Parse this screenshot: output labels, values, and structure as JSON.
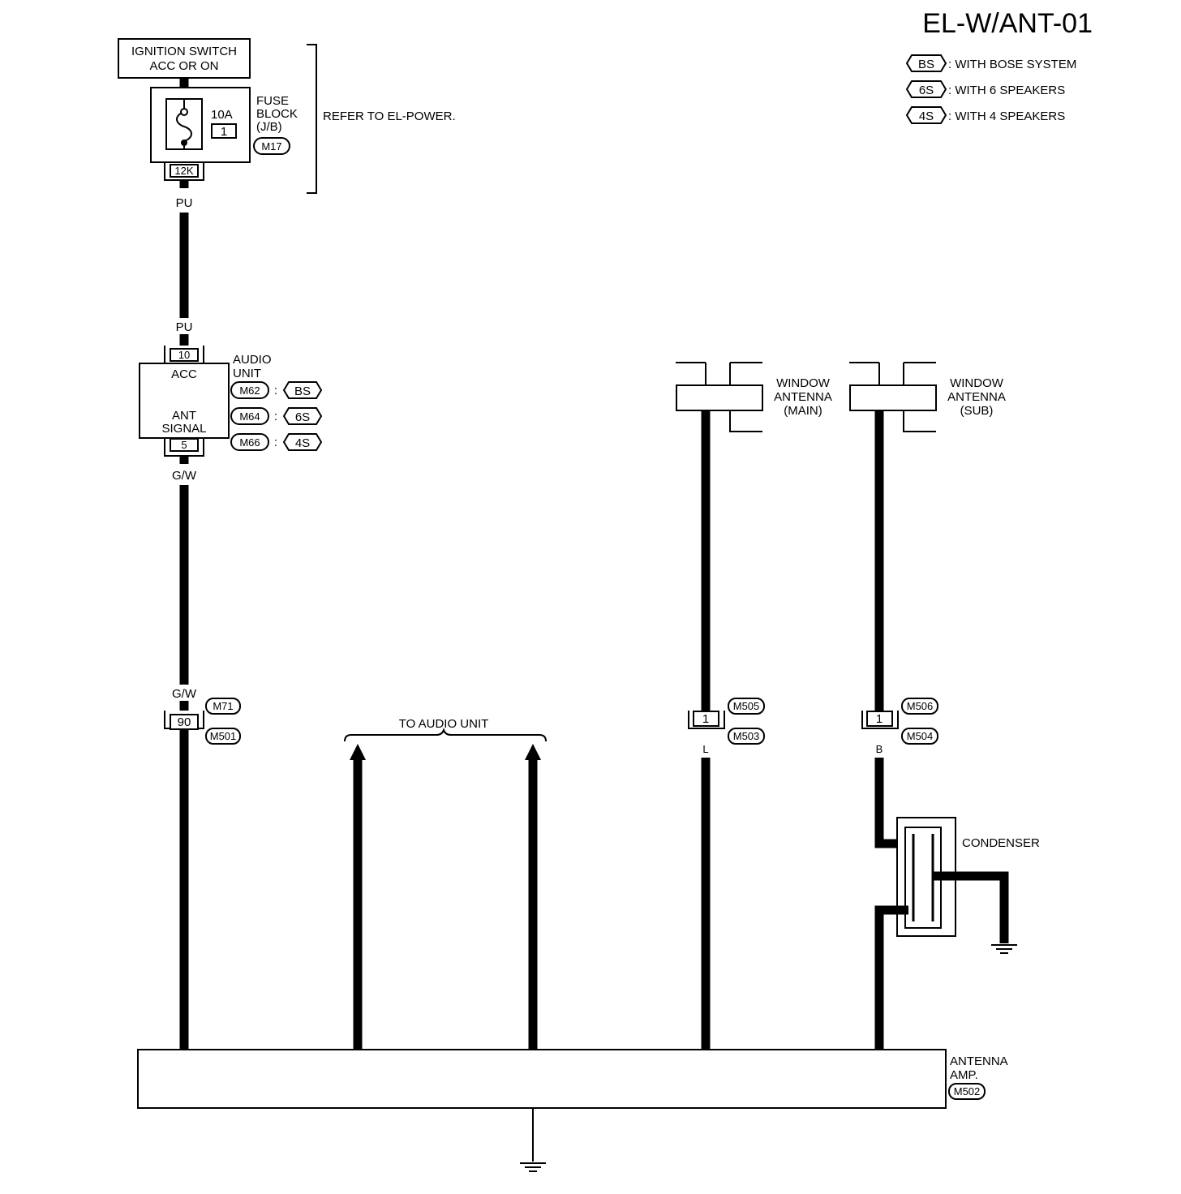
{
  "title": "EL-W/ANT-01",
  "legend": [
    {
      "code": "BS",
      "text": ": WITH BOSE SYSTEM"
    },
    {
      "code": "6S",
      "text": ": WITH 6 SPEAKERS"
    },
    {
      "code": "4S",
      "text": ": WITH 4 SPEAKERS"
    }
  ],
  "ignition": {
    "line1": "IGNITION SWITCH",
    "line2": "ACC OR ON"
  },
  "fuse": {
    "rating": "10A",
    "number": "1",
    "label1": "FUSE",
    "label2": "BLOCK",
    "label3": "(J/B)",
    "connector": "M17",
    "terminal": "12K"
  },
  "refer": "REFER TO EL-POWER.",
  "wires": {
    "pu": "PU",
    "gw": "G/W",
    "l": "L",
    "b": "B"
  },
  "audio_unit": {
    "label1": "AUDIO",
    "label2": "UNIT",
    "pin_acc": "10",
    "acc": "ACC",
    "ant1": "ANT",
    "ant2": "SIGNAL",
    "pin_ant": "5",
    "variants": [
      {
        "connector": "M62",
        "sep": ":",
        "code": "BS"
      },
      {
        "connector": "M64",
        "sep": ":",
        "code": "6S"
      },
      {
        "connector": "M66",
        "sep": ":",
        "code": "4S"
      }
    ]
  },
  "joint": {
    "connector_top": "M71",
    "pin": "90",
    "connector_bottom": "M501"
  },
  "to_audio_unit": "TO AUDIO UNIT",
  "antenna_main": {
    "line1": "WINDOW",
    "line2": "ANTENNA",
    "line3": "(MAIN)",
    "pin": "1",
    "connector_top": "M505",
    "connector_bottom": "M503"
  },
  "antenna_sub": {
    "line1": "WINDOW",
    "line2": "ANTENNA",
    "line3": "(SUB)",
    "pin": "1",
    "connector_top": "M506",
    "connector_bottom": "M504"
  },
  "condenser": "CONDENSER",
  "amp": {
    "line1": "ANTENNA",
    "line2": "AMP.",
    "connector": "M502"
  }
}
